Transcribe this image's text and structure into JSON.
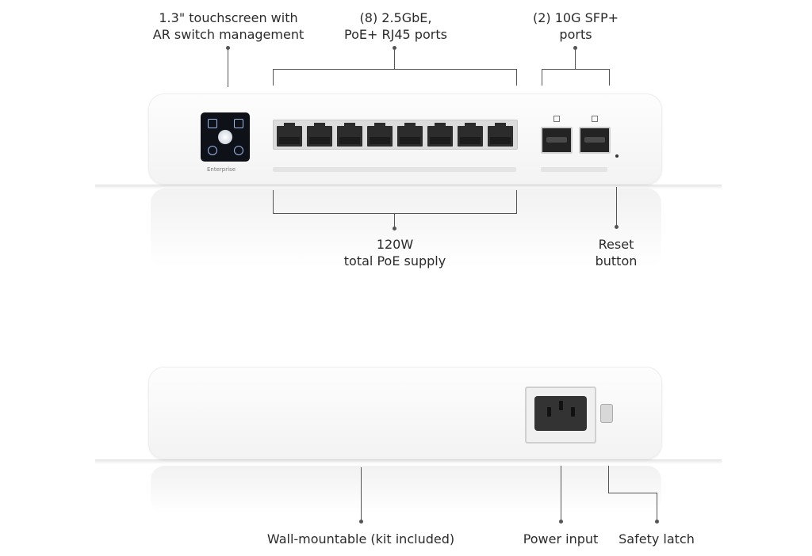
{
  "annotations": {
    "touchscreen_line1": "1.3\" touchscreen with",
    "touchscreen_line2": "AR switch management",
    "rj45_line1": "(8) 2.5GbE,",
    "rj45_line2": "PoE+ RJ45 ports",
    "sfp_line1": "(2) 10G SFP+",
    "sfp_line2": "ports",
    "poe_line1": "120W",
    "poe_line2": "total PoE supply",
    "reset_line1": "Reset",
    "reset_line2": "button",
    "wall_mount": "Wall-mountable (kit included)",
    "power_input": "Power input",
    "safety_latch": "Safety latch"
  },
  "device": {
    "brand": "Enterprise"
  },
  "colors": {
    "device_body": "#f7f7f7",
    "port": "#2c2c2c",
    "screen": "#0e1118",
    "screen_accent": "#9bb7e8"
  },
  "icons": [
    "touchscreen-icon",
    "rj45-port-icon",
    "sfp-port-icon",
    "reset-button-icon",
    "power-socket-icon",
    "safety-latch-icon"
  ]
}
